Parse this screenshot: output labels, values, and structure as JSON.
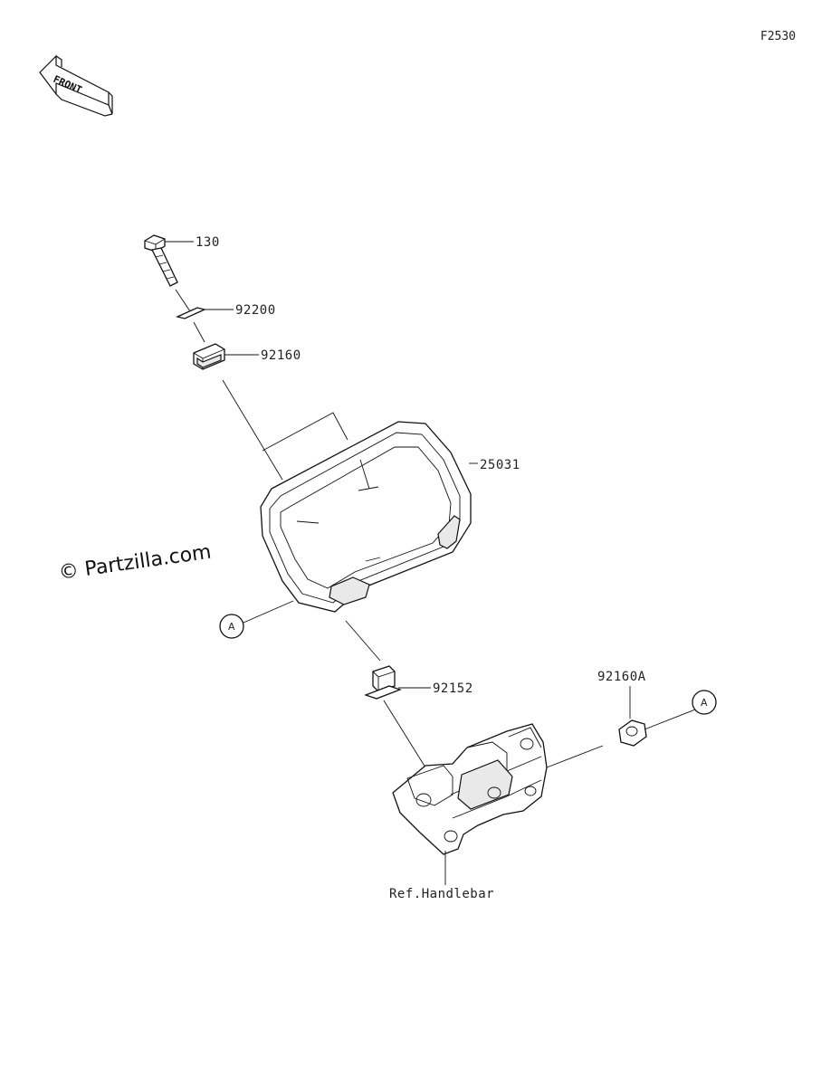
{
  "diagram_code": "F2530",
  "front_label": "FRONT",
  "watermark": "© Partzilla.com",
  "parts": {
    "bolt": "130",
    "washer": "92200",
    "grommet": "92160",
    "meter": "25031",
    "collar": "92152",
    "damper": "92160A"
  },
  "callouts": {
    "a_left": "A",
    "a_right": "A"
  },
  "reference": "Ref.Handlebar"
}
